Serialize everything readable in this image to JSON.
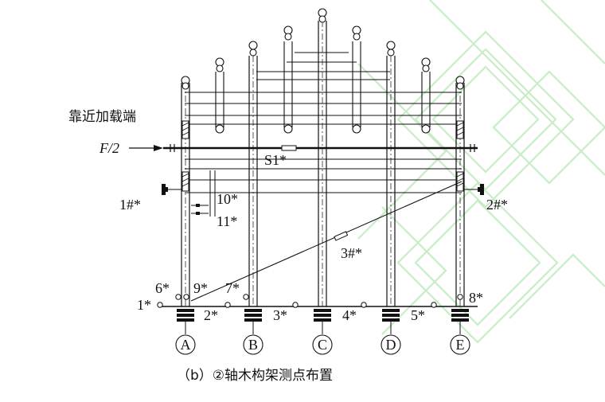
{
  "colors": {
    "watermark": "#c8ecc6",
    "ink": "#111111",
    "background": "#ffffff"
  },
  "labels": {
    "near_load_end": "靠近加载端",
    "force": "F/2",
    "strain_gauge": "S1*",
    "caption": "（b）②轴木构架测点布置"
  },
  "sensors": {
    "s1": "1#*",
    "s2": "2#*",
    "s3": "3#*",
    "p1": "1*",
    "p2": "2*",
    "p3": "3*",
    "p4": "4*",
    "p5": "5*",
    "p6": "6*",
    "p7": "7*",
    "p8": "8*",
    "p9": "9*",
    "p10": "10*",
    "p11": "11*"
  },
  "axes": [
    "A",
    "B",
    "C",
    "D",
    "E"
  ]
}
